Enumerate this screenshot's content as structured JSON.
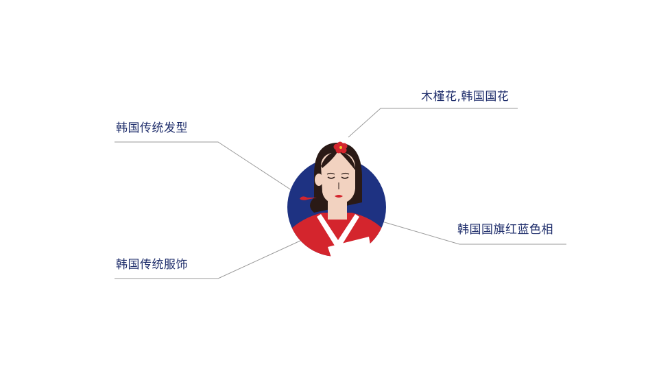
{
  "colors": {
    "text": "#1e2d6b",
    "line": "#9a9a9a",
    "circle_blue": "#1e3282",
    "hanbok_red": "#d4252d",
    "hair": "#2a1a16",
    "skin": "#f2d2c0",
    "collar": "#ffffff"
  },
  "labels": {
    "flower": "木槿花,韩国国花",
    "hairstyle": "韩国传统发型",
    "flag_colors": "韩国国旗红蓝色相",
    "clothing": "韩国传统服饰"
  },
  "illustration": {
    "subject": "woman-in-hanbok-avatar"
  }
}
